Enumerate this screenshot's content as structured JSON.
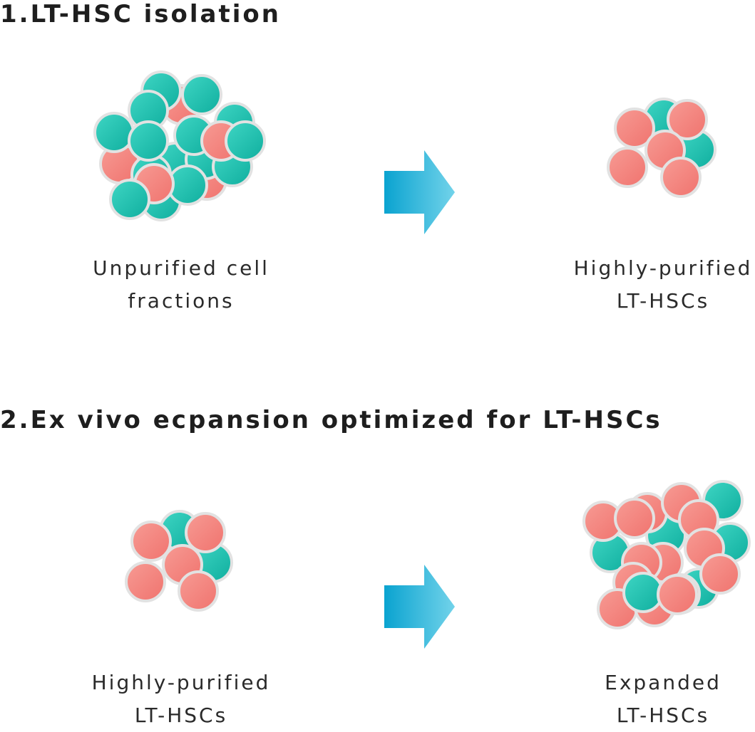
{
  "section1": {
    "title": "1.LT-HSC isolation",
    "left_caption": [
      "Unpurified cell",
      "fractions"
    ],
    "right_caption": [
      "Highly-purified",
      "LT-HSCs"
    ]
  },
  "section2": {
    "title": "2.Ex vivo ecpansion optimized for LT-HSCs",
    "left_caption": [
      "Highly-purified",
      "LT-HSCs"
    ],
    "right_caption": [
      "Expanded",
      "LT-HSCs"
    ]
  },
  "colors": {
    "teal_cell": "#1fbfae",
    "pink_cell": "#f4847e",
    "cell_outline": "#e2e2e2",
    "arrow_dark": "#0aa3d0",
    "arrow_light": "#6ad0e8"
  },
  "icons": {
    "arrow": "right-arrow-icon",
    "cell": "cell-icon"
  }
}
